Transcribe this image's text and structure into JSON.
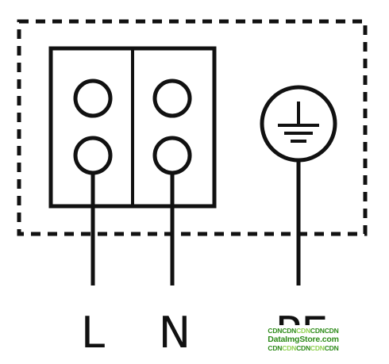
{
  "labels": {
    "live": "L",
    "neutral": "N",
    "earth": "PE"
  },
  "watermark": {
    "top": [
      "CDN",
      "CDN",
      "CDN",
      "CDN",
      "CDN"
    ],
    "middle": "DataImgStore.com",
    "bottom": [
      "CDN",
      "CDN",
      "CDN",
      "CDN",
      "CDN"
    ],
    "colors": {
      "light": "#8fd14f",
      "dark": "#2e8b1a"
    }
  },
  "colors": {
    "stroke": "#111111",
    "background": "#ffffff"
  }
}
